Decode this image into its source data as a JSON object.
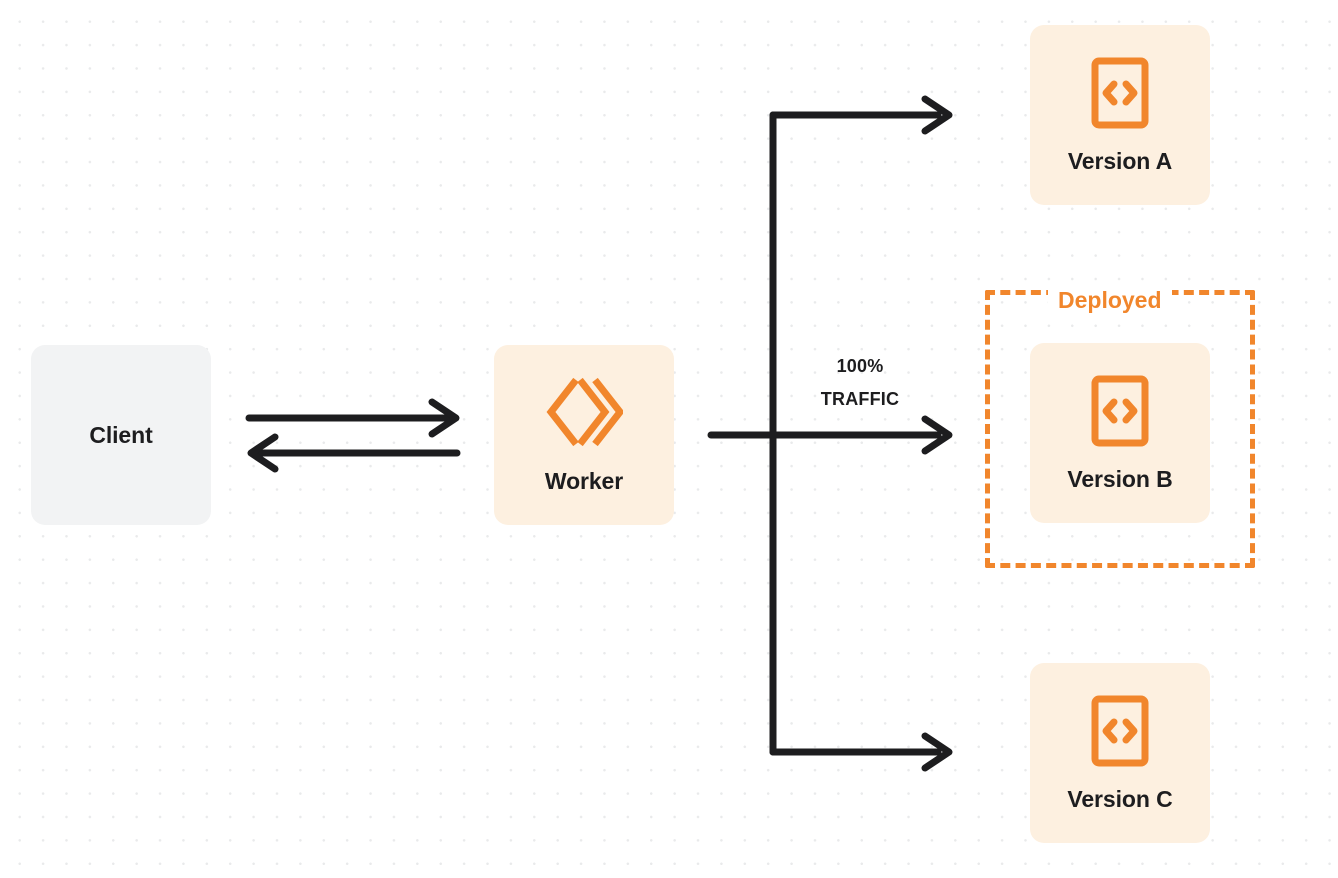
{
  "diagram": {
    "title": "Worker version routing diagram",
    "background": "#ffffff",
    "dot_grid_color": "#e9eaeb",
    "colors": {
      "orange": "#f1862c",
      "cream": "#fdf0e0",
      "gray": "#f2f3f4",
      "ink": "#1d1d1f"
    }
  },
  "nodes": {
    "client": {
      "label": "Client",
      "fill": "#f2f3f4"
    },
    "worker": {
      "label": "Worker",
      "icon": "cloudflare-workers-logo",
      "fill": "#fdf0e0"
    },
    "versions": [
      {
        "label": "Version A",
        "icon": "code-file-icon",
        "fill": "#fdf0e0"
      },
      {
        "label": "Version B",
        "icon": "code-file-icon",
        "fill": "#fdf0e0"
      },
      {
        "label": "Version C",
        "icon": "code-file-icon",
        "fill": "#fdf0e0"
      }
    ]
  },
  "annotations": {
    "deployed_label": "Deployed",
    "traffic_percent": "100%",
    "traffic_word": "TRAFFIC"
  },
  "edges": {
    "client_to_worker": "request",
    "worker_to_client": "response",
    "worker_to_versions": "routes traffic"
  }
}
